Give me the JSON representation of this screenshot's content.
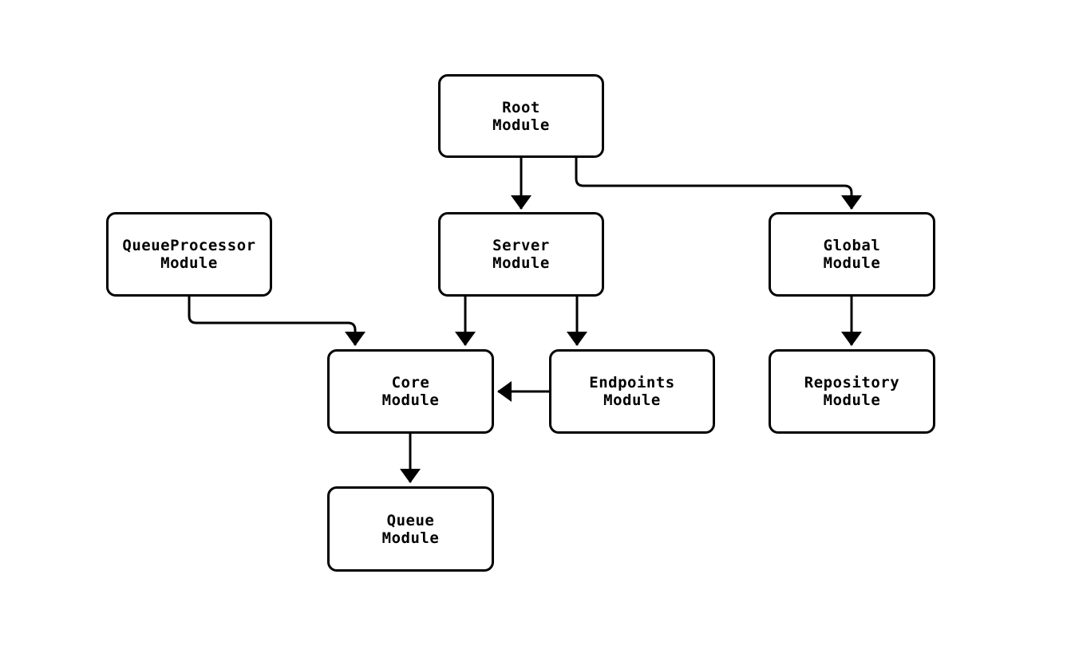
{
  "diagram": {
    "type": "flowchart",
    "background_color": "#ffffff",
    "node_fill_color": "#ffffff",
    "node_border_color": "#000000",
    "edge_color": "#000000",
    "text_color": "#000000",
    "nodes": {
      "root": {
        "label": "Root\nModule"
      },
      "queueprocessor": {
        "label": "QueueProcessor\nModule"
      },
      "server": {
        "label": "Server\nModule"
      },
      "global": {
        "label": "Global\nModule"
      },
      "core": {
        "label": "Core\nModule"
      },
      "endpoints": {
        "label": "Endpoints\nModule"
      },
      "repository": {
        "label": "Repository\nModule"
      },
      "queue": {
        "label": "Queue\nModule"
      }
    },
    "edges": [
      {
        "from": "Root Module",
        "to": "Server Module"
      },
      {
        "from": "Root Module",
        "to": "Global Module"
      },
      {
        "from": "QueueProcessor Module",
        "to": "Core Module"
      },
      {
        "from": "Server Module",
        "to": "Core Module"
      },
      {
        "from": "Server Module",
        "to": "Endpoints Module"
      },
      {
        "from": "Endpoints Module",
        "to": "Core Module"
      },
      {
        "from": "Global Module",
        "to": "Repository Module"
      },
      {
        "from": "Core Module",
        "to": "Queue Module"
      }
    ]
  }
}
